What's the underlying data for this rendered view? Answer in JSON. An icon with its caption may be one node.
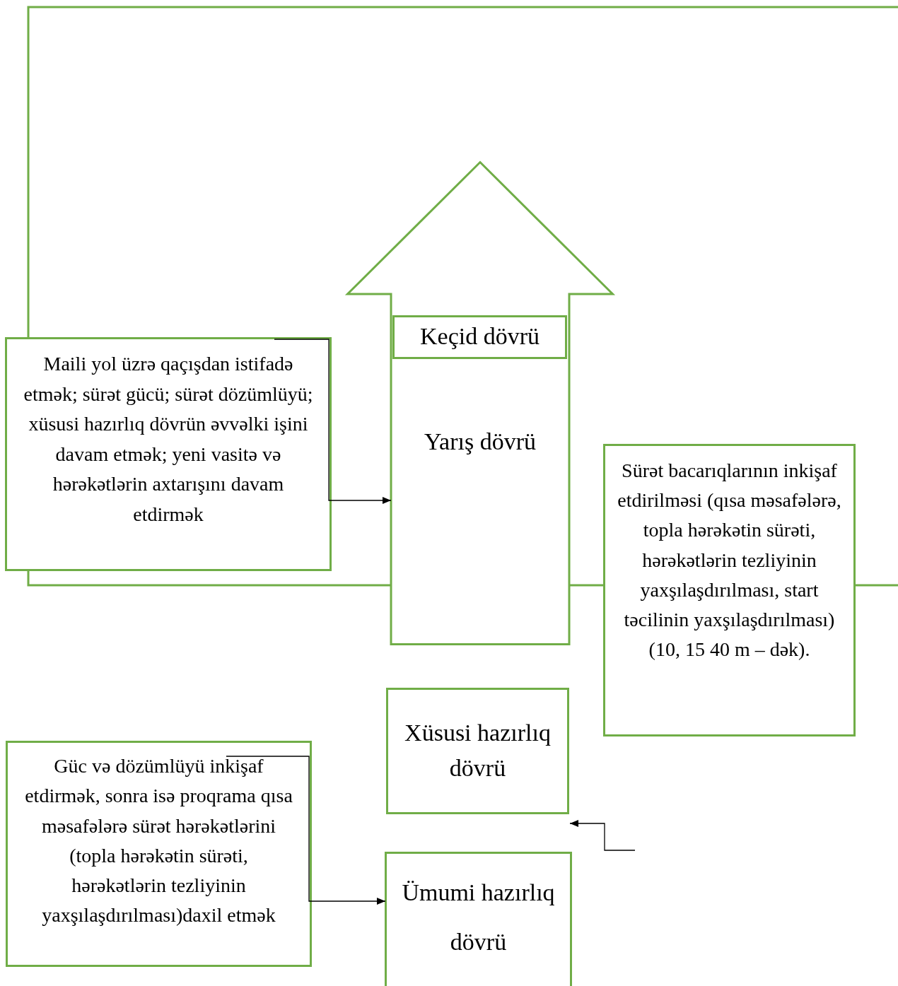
{
  "diagram": {
    "nodes": [
      {
        "text": [
          "Yarış dövrü"
        ]
      },
      {
        "text": [
          "Keçid dövrü"
        ],
        "in": 0
      },
      {
        "text": [
          "Maili yol üzrə qaçışdan istifadə etmək; sürət gücü; sürət dözümlüyü; xüsusi hazırlıq dövrün əvvəlki işini davam etmək; yeni vasitə və hərəkətlərin axtarışını davam etdirmək"
        ]
      },
      {
        "text": [
          "Sürət bacarıqlarının inkişaf etdirilməsi (qısa məsafələrə, topla hərəkətin sürəti, hərəkətlərin tezliyinin yaxşılaşdırılması, start təcilinin yaxşılaşdırılması) (10, 15 40 m – dək)."
        ]
      },
      {
        "text": [
          "Xüsusi hazırlıq dövrü"
        ]
      },
      {
        "text": [
          "Ümumi hazırlıq dövrü"
        ]
      },
      {
        "text": [
          "Güc və dözümlüyü inkişaf etdirmək, sonra isə proqrama qısa məsafələrə sürət hərəkətlərini (topla hərəkətin sürəti, hərəkətlərin tezliyinin yaxşılaşdırılması)daxil etmək"
        ]
      }
    ],
    "edges": [
      {
        "from": 2,
        "to": 0,
        "arrow": "to"
      },
      {
        "from": 6,
        "to": 5,
        "arrow": "to"
      },
      {
        "from": null,
        "to": 4,
        "arrow": "to"
      }
    ]
  }
}
